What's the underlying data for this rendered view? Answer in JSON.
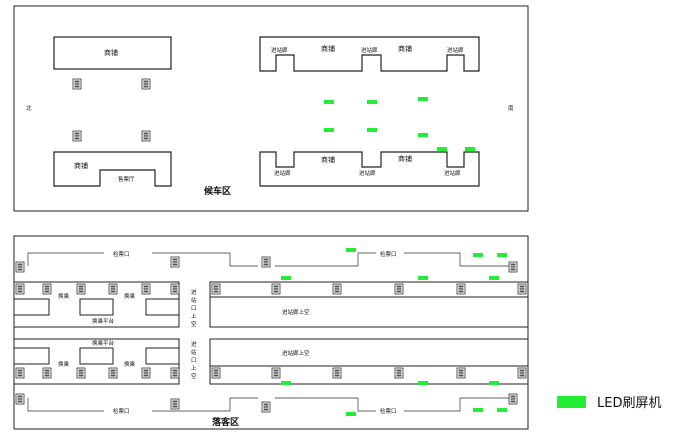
{
  "waiting_area": {
    "title": "候车区",
    "shop": "商铺",
    "ticket_office": "售票厅",
    "passage": "进站廊",
    "north": "北",
    "south": "南"
  },
  "arrival_area": {
    "title": "落客区",
    "ticket_check": "检票口",
    "transfer": "换乘",
    "transfer_platform": "换乘平台",
    "passage_above": "进站廊上空",
    "gate_above_vertical": [
      "进",
      "站",
      "口",
      "上",
      "空"
    ]
  },
  "legend": {
    "label": "LED刷屏机",
    "color": "#22ee33"
  }
}
